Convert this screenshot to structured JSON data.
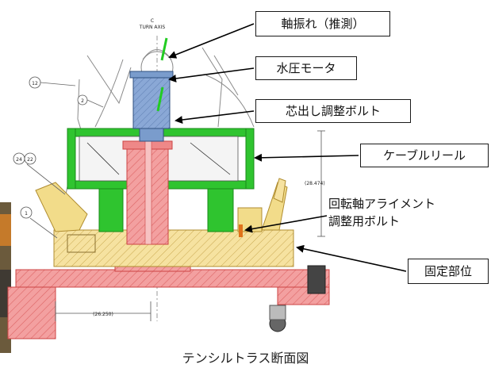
{
  "diagram": {
    "caption": "テンシルトラス断面図",
    "callouts": {
      "shaft_runout": "軸振れ（推測）",
      "hydraulic_motor": "水圧モータ",
      "centering_bolt": "芯出し調整ボルト",
      "cable_reel": "ケーブルリール",
      "alignment_bolt_line1": "回転軸アライメント",
      "alignment_bolt_line2": "調整用ボルト",
      "fixed_part": "固定部位"
    },
    "drawing_annotations": {
      "axis_label_top": "C",
      "axis_label": "TURN AXIS",
      "balloon_12": "12",
      "balloon_2": "2",
      "balloon_24": "24",
      "balloon_22": "22",
      "balloon_1": "1",
      "dim_height": "(28.474)",
      "dim_width": "(26.250)"
    },
    "colors": {
      "blue_part": "#7a9ccc",
      "green_part": "#2fc42f",
      "red_part": "#ee8888",
      "yellow_part": "#f2dc8a",
      "arrow": "#000000",
      "runout_mark": "#22cc22",
      "bolt_mark": "#e0731b"
    }
  }
}
